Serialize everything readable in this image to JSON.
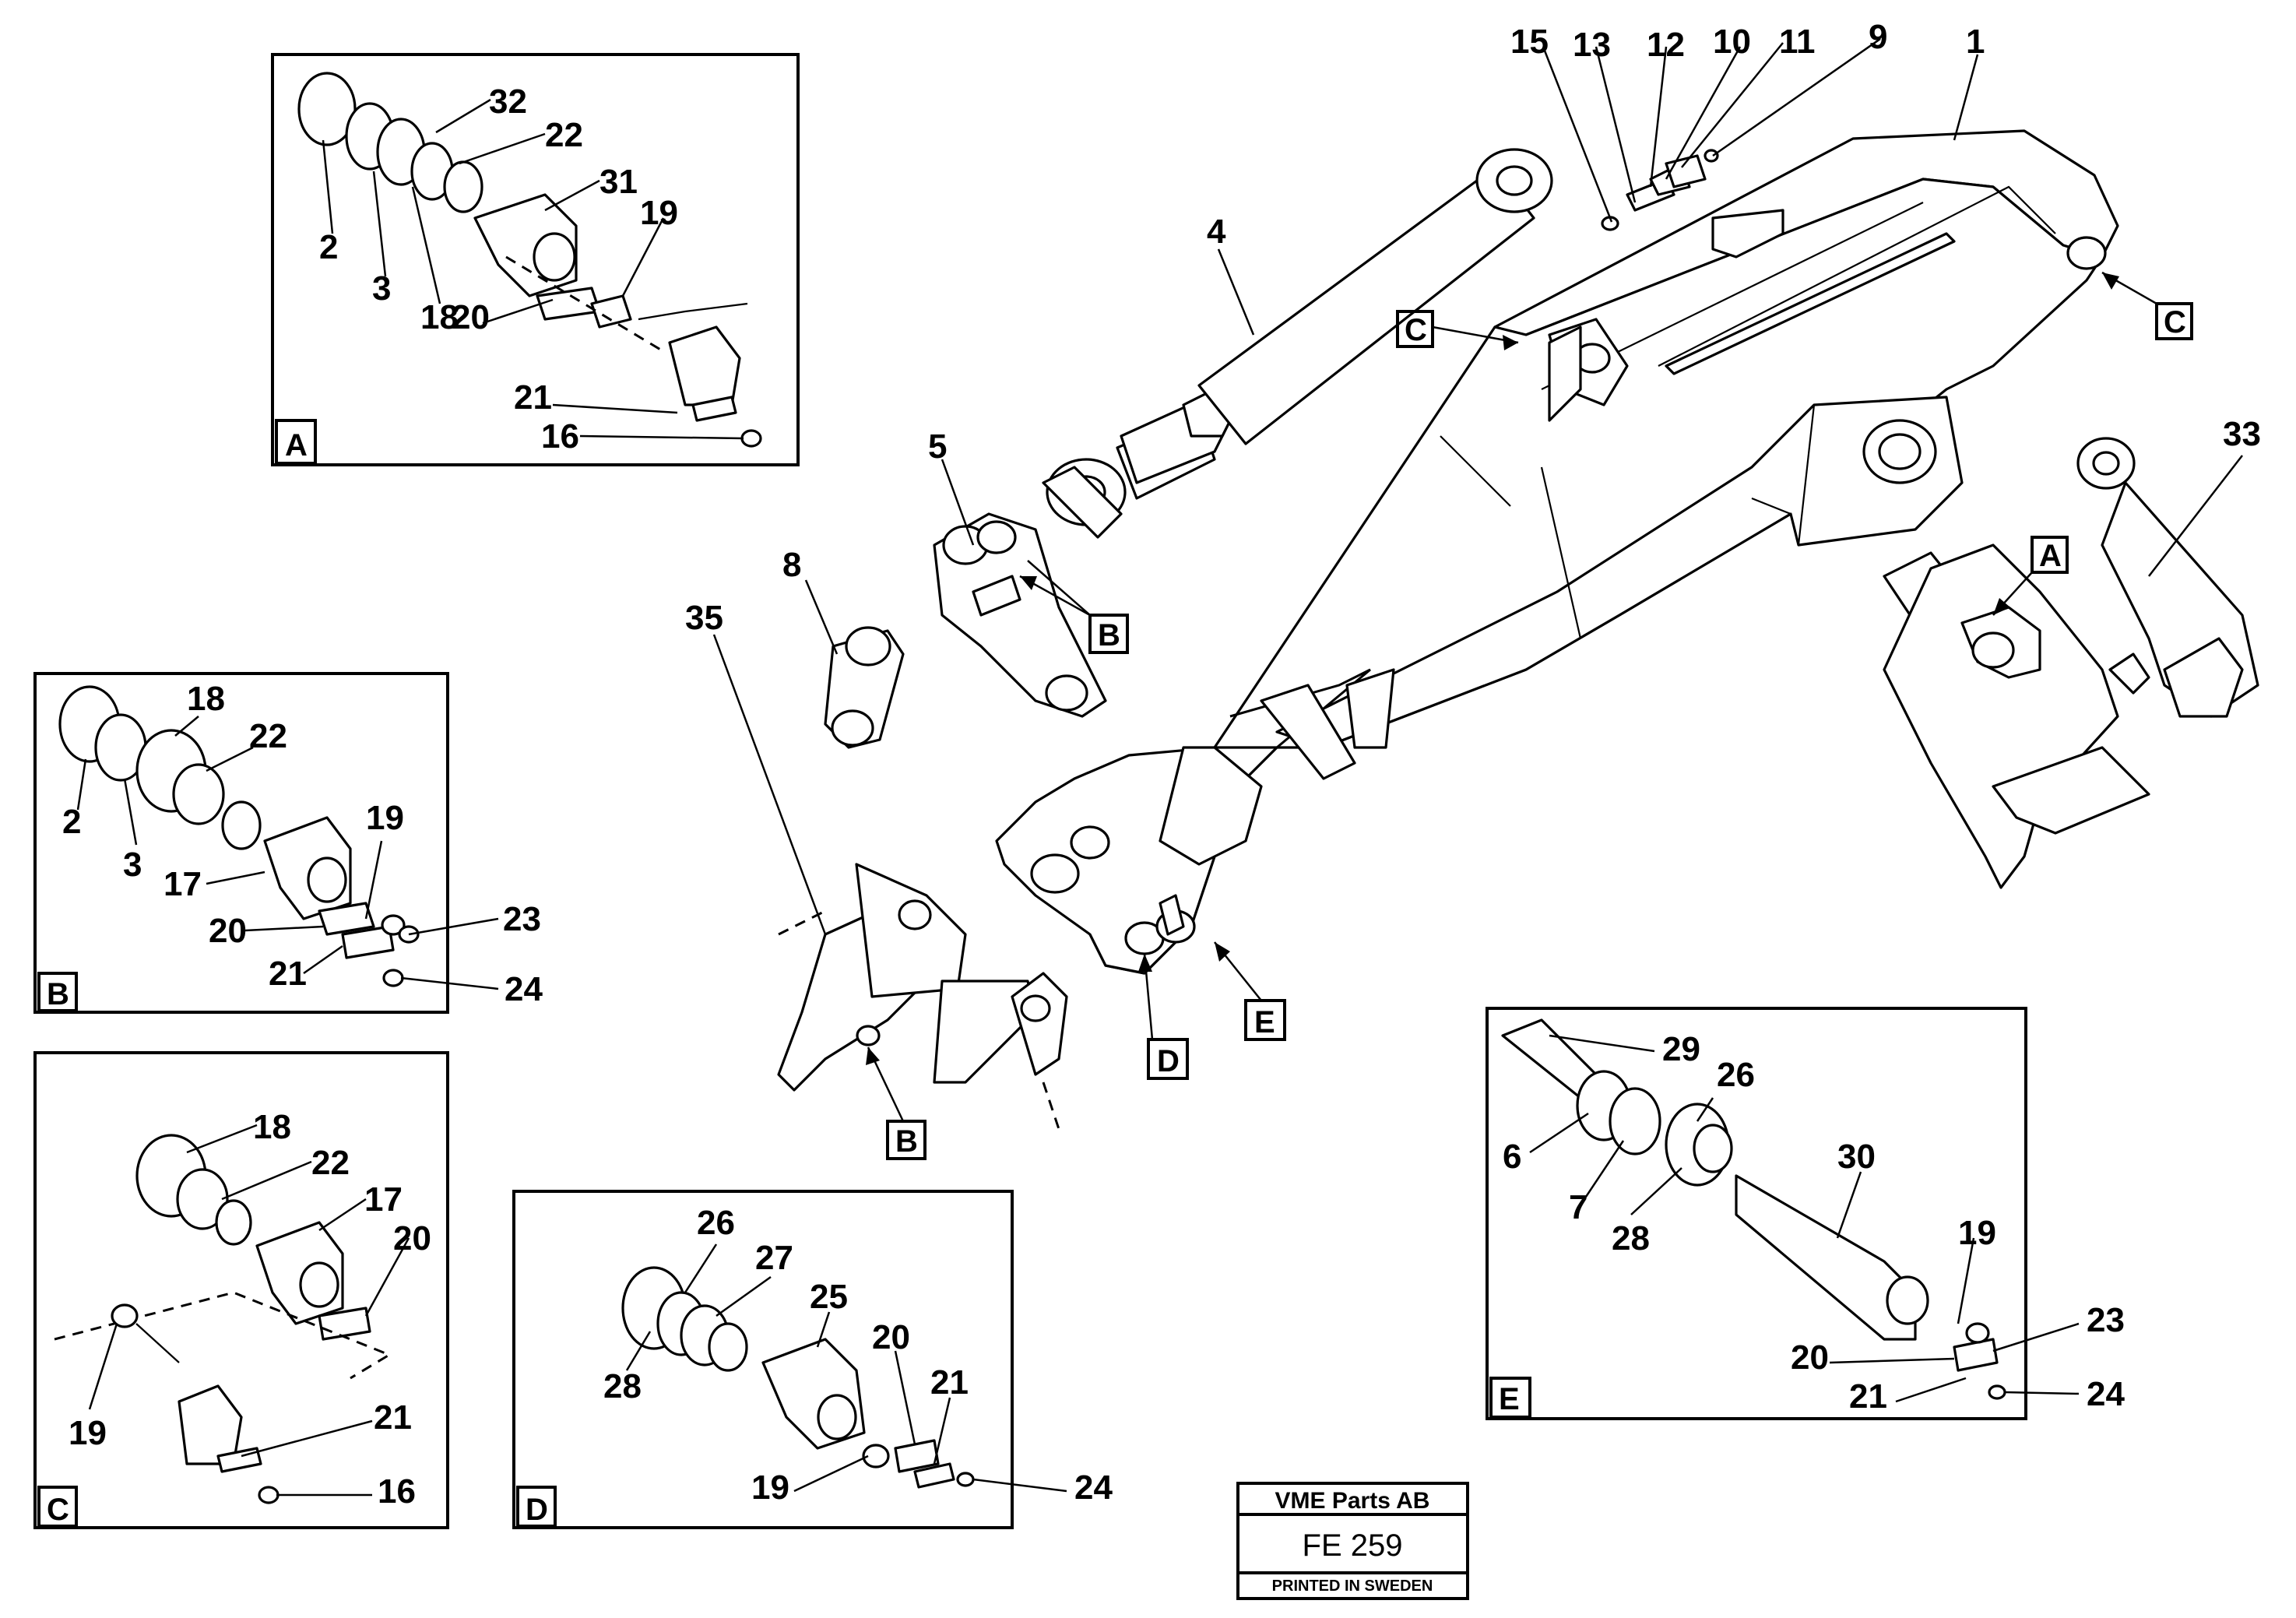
{
  "stamp": {
    "company": "VME Parts AB",
    "code": "FE 259",
    "footer": "PRINTED IN SWEDEN"
  },
  "detail_frames": [
    {
      "id": "A",
      "label": "A"
    },
    {
      "id": "B",
      "label": "B"
    },
    {
      "id": "C",
      "label": "C"
    },
    {
      "id": "D",
      "label": "D"
    },
    {
      "id": "E",
      "label": "E"
    }
  ],
  "callouts": {
    "main": [
      "1",
      "4",
      "5",
      "8",
      "9",
      "10",
      "11",
      "12",
      "13",
      "15",
      "33",
      "35"
    ],
    "frame_a": [
      "2",
      "3",
      "18",
      "32",
      "22",
      "31",
      "19",
      "20",
      "21",
      "16"
    ],
    "frame_b": [
      "18",
      "22",
      "2",
      "3",
      "19",
      "17",
      "20",
      "23",
      "21",
      "24"
    ],
    "frame_c": [
      "18",
      "22",
      "17",
      "20",
      "19",
      "21",
      "16"
    ],
    "frame_d": [
      "26",
      "27",
      "25",
      "28",
      "20",
      "21",
      "19",
      "24"
    ],
    "frame_e": [
      "29",
      "26",
      "6",
      "7",
      "30",
      "28",
      "19",
      "23",
      "20",
      "21",
      "24"
    ]
  },
  "reference_flags": {
    "main": [
      "C",
      "C",
      "A",
      "B",
      "B",
      "D",
      "E"
    ]
  }
}
